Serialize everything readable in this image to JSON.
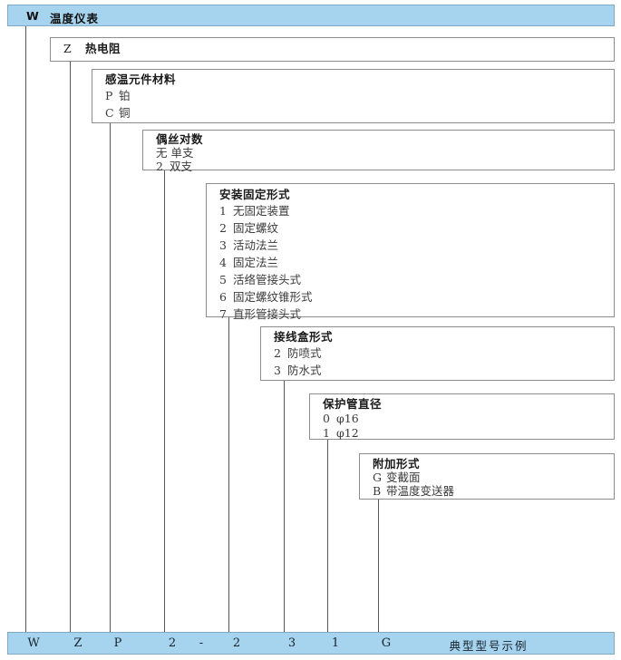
{
  "header": {
    "code": "W",
    "label": "温度仪表"
  },
  "levels": [
    {
      "name": "thermal-resistance",
      "title": "",
      "inline_code": "Z",
      "inline_label": "热电阻",
      "rows": []
    },
    {
      "name": "sensing-element-material",
      "title": "感温元件材料",
      "rows": [
        {
          "code": "P",
          "label": "铂"
        },
        {
          "code": "C",
          "label": "铜"
        }
      ]
    },
    {
      "name": "wire-pair-count",
      "title": "偶丝对数",
      "rows": [
        {
          "code": "无",
          "label": "单支"
        },
        {
          "code": "2",
          "label": "双支"
        }
      ]
    },
    {
      "name": "mounting-fixing-type",
      "title": "安装固定形式",
      "rows": [
        {
          "code": "1",
          "label": "无固定装置"
        },
        {
          "code": "2",
          "label": "固定螺纹"
        },
        {
          "code": "3",
          "label": "活动法兰"
        },
        {
          "code": "4",
          "label": "固定法兰"
        },
        {
          "code": "5",
          "label": "活络管接头式"
        },
        {
          "code": "6",
          "label": "固定螺纹锥形式"
        },
        {
          "code": "7",
          "label": "直形管接头式"
        }
      ]
    },
    {
      "name": "junction-box-type",
      "title": "接线盒形式",
      "rows": [
        {
          "code": "2",
          "label": "防喷式"
        },
        {
          "code": "3",
          "label": "防水式"
        }
      ]
    },
    {
      "name": "protection-tube-diameter",
      "title": "保护管直径",
      "rows": [
        {
          "code": "0",
          "label": "φ16"
        },
        {
          "code": "1",
          "label": "φ12"
        }
      ]
    },
    {
      "name": "additional-type",
      "title": "附加形式",
      "rows": [
        {
          "code": "G",
          "label": "变截面"
        },
        {
          "code": "B",
          "label": "带温度变送器"
        }
      ]
    }
  ],
  "example_bar": {
    "segments": [
      "W",
      "Z",
      "P",
      "2",
      "-",
      "2",
      "3",
      "1",
      "G"
    ],
    "caption": "典型型号示例"
  },
  "colors": {
    "bar_fill": "#a6d4ef",
    "bar_border": "#7fa9c4",
    "box_border": "#8d8d8d",
    "line": "#555555",
    "text": "#1a1a1a"
  }
}
